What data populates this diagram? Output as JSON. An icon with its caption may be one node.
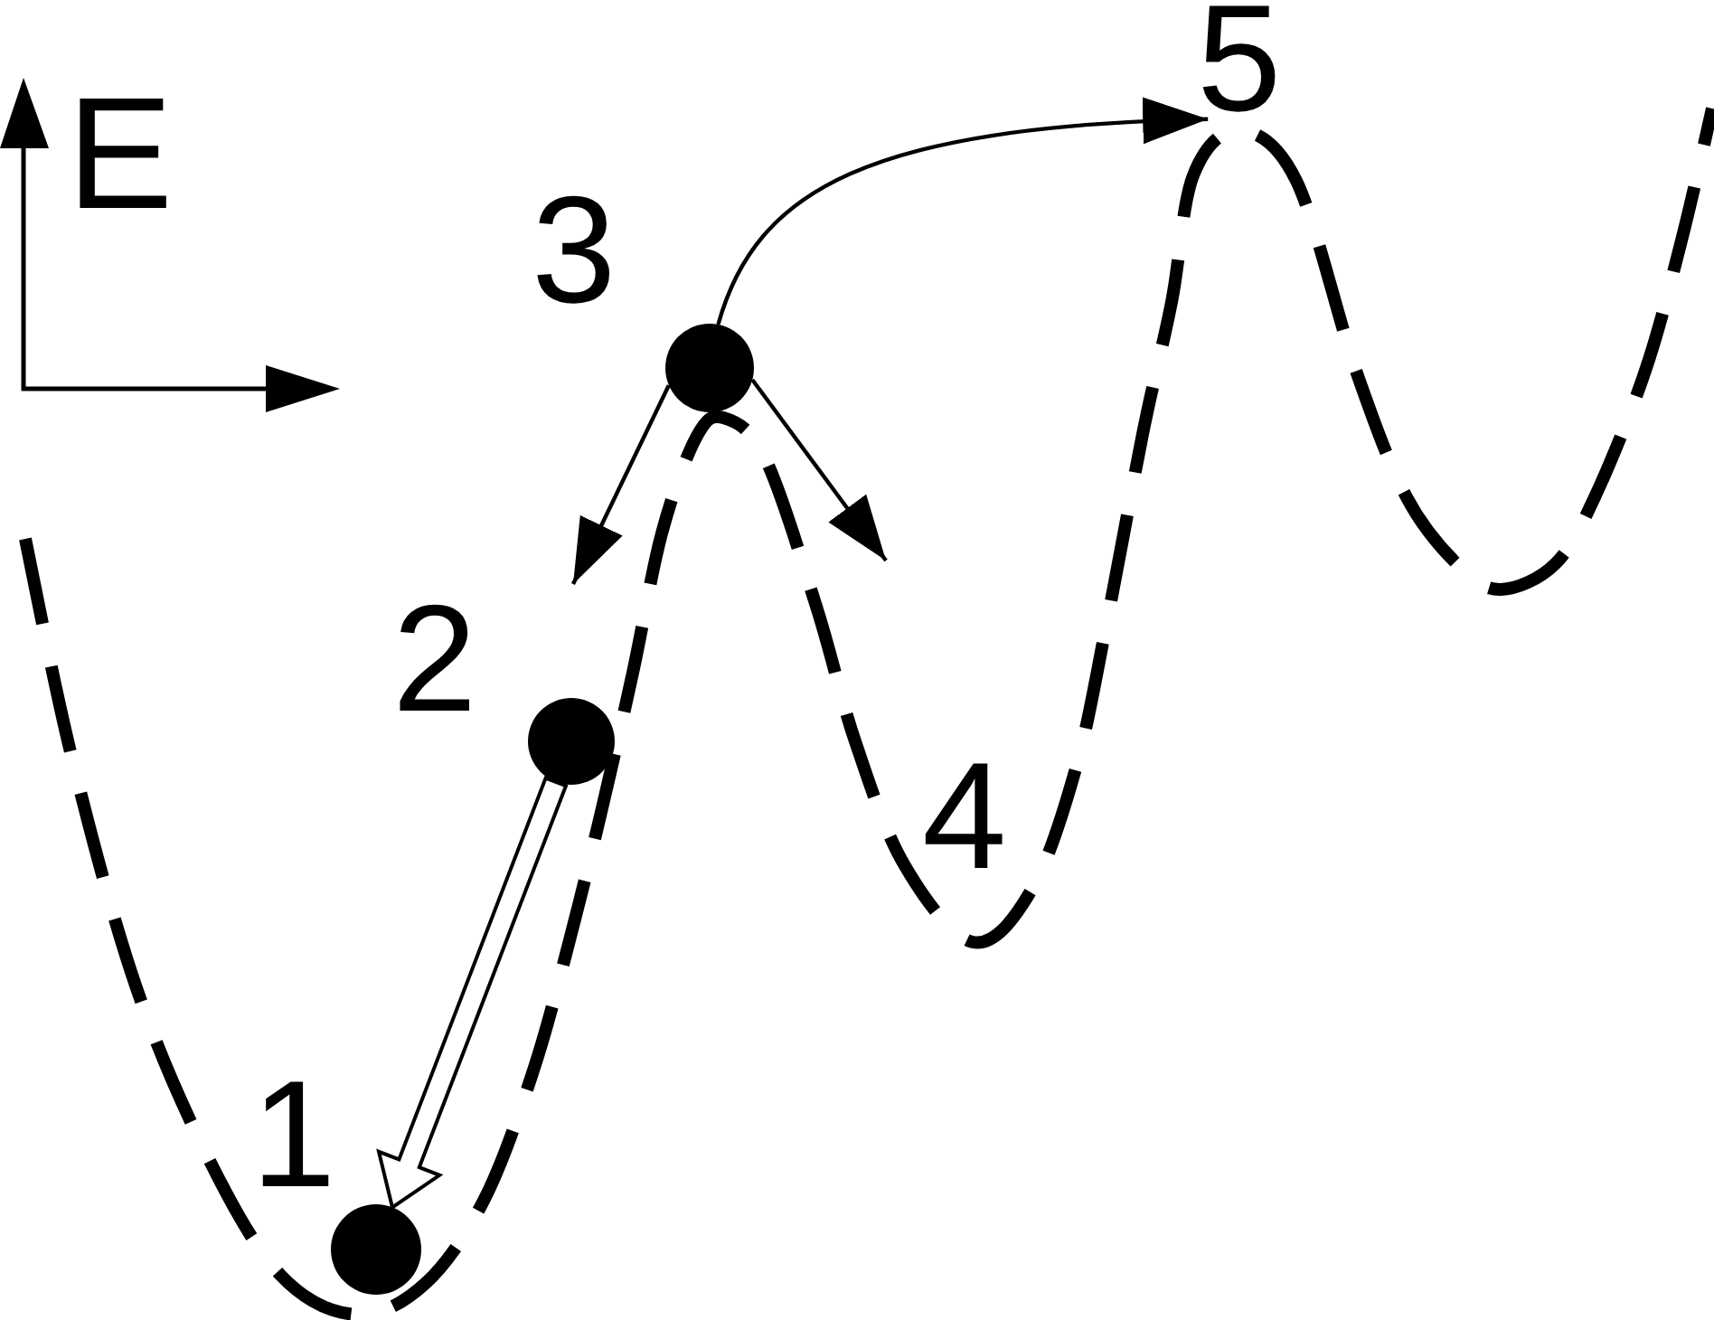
{
  "diagram": {
    "nodes": [
      {
        "text": [],
        "shape": "circle",
        "beside": [
          "1"
        ]
      },
      {
        "text": [],
        "shape": "circle",
        "beside": [
          "2"
        ]
      },
      {
        "text": [],
        "shape": "circle",
        "beside": [
          "3"
        ]
      },
      {
        "text": [
          "5"
        ]
      }
    ],
    "edges": [
      {
        "from": 2,
        "to": 3,
        "arrow": "to"
      },
      {
        "from": 2,
        "to": null,
        "arrow": "to"
      },
      {
        "from": 2,
        "to": null,
        "arrow": "to"
      },
      {
        "from": 1,
        "to": 0,
        "arrow": "to",
        "style": "thick"
      }
    ],
    "labels": [
      "E",
      "4"
    ]
  }
}
